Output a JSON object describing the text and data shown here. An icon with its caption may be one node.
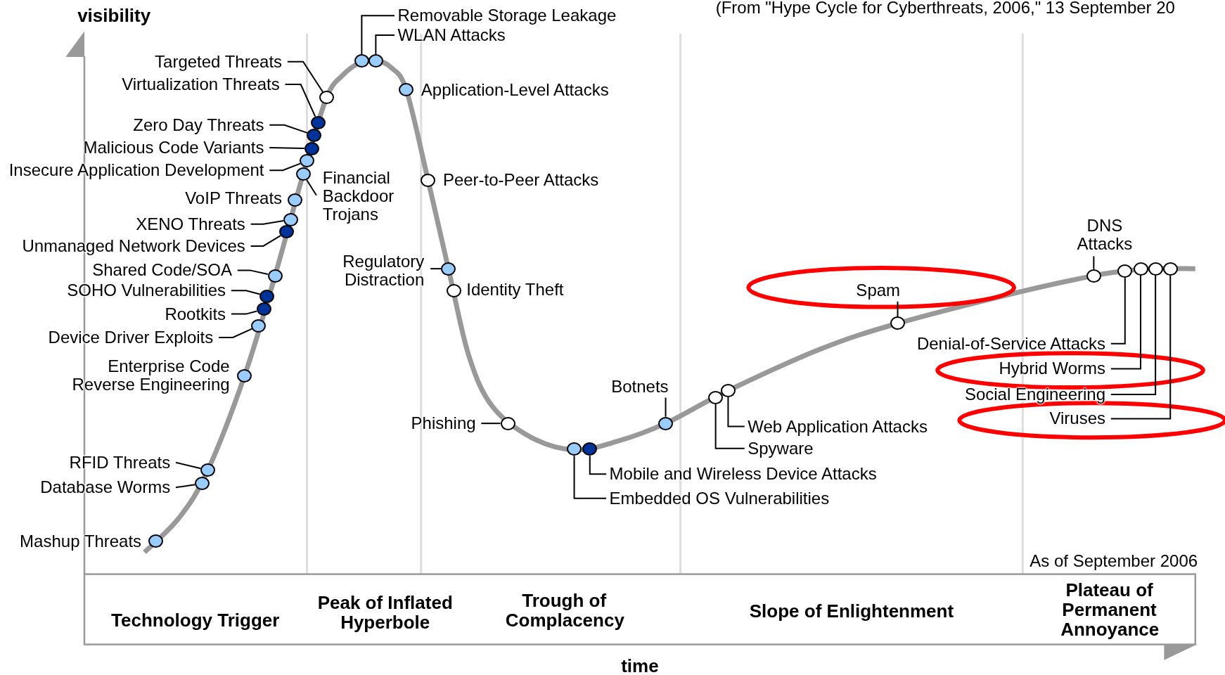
{
  "diagram": {
    "nodes": [
      {
        "text": [
          "Removable Storage Leakage"
        ]
      },
      {
        "text": [],
        "shape": "circle"
      },
      {
        "text": [
          "WLAN Attacks"
        ]
      },
      {
        "text": [],
        "shape": "circle"
      },
      {
        "text": [
          "Targeted Threats"
        ]
      },
      {
        "text": [],
        "shape": "circle"
      },
      {
        "text": [
          "Virtualization Threats"
        ]
      },
      {
        "text": [],
        "shape": "circle"
      },
      {
        "text": [
          "Zero Day Threats"
        ]
      },
      {
        "text": [],
        "shape": "circle"
      },
      {
        "text": [
          "Malicious Code Variants"
        ]
      },
      {
        "text": [],
        "shape": "circle"
      },
      {
        "text": [
          "Insecure Application Development"
        ]
      },
      {
        "text": [],
        "shape": "circle"
      },
      {
        "text": [
          "Financial Backdoor Trojans"
        ]
      },
      {
        "text": [],
        "shape": "circle"
      },
      {
        "text": [],
        "shape": "circle",
        "beside": [
          "VoIP Threats"
        ]
      },
      {
        "text": [
          "XENO Threats"
        ]
      },
      {
        "text": [],
        "shape": "circle"
      },
      {
        "text": [
          "Unmanaged Network Devices"
        ]
      },
      {
        "text": [],
        "shape": "circle"
      },
      {
        "text": [
          "Shared Code/SOA"
        ]
      },
      {
        "text": [],
        "shape": "circle"
      },
      {
        "text": [
          "SOHO Vulnerabilities"
        ]
      },
      {
        "text": [],
        "shape": "circle"
      },
      {
        "text": [
          "Rootkits"
        ]
      },
      {
        "text": [],
        "shape": "circle"
      },
      {
        "text": [
          "Device Driver Exploits"
        ]
      },
      {
        "text": [],
        "shape": "circle"
      },
      {
        "text": [],
        "shape": "circle",
        "beside": [
          "Enterprise Code Reverse Engineering"
        ]
      },
      {
        "text": [
          "RFID Threats"
        ]
      },
      {
        "text": [],
        "shape": "circle"
      },
      {
        "text": [
          "Database Worms"
        ]
      },
      {
        "text": [],
        "shape": "circle"
      },
      {
        "text": [],
        "shape": "circle",
        "beside": [
          "Mashup Threats"
        ]
      },
      {
        "text": [],
        "shape": "circle",
        "beside": [
          "Application-Level Attacks"
        ]
      },
      {
        "text": [],
        "shape": "circle",
        "beside": [
          "Peer-to-Peer Attacks"
        ]
      },
      {
        "text": [
          "Regulatory Distraction"
        ]
      },
      {
        "text": [],
        "shape": "circle"
      },
      {
        "text": [],
        "shape": "circle",
        "beside": [
          "Identity Theft"
        ]
      },
      {
        "text": [
          "Phishing"
        ]
      },
      {
        "text": [],
        "shape": "circle"
      },
      {
        "text": [
          "Botnets"
        ]
      },
      {
        "text": [],
        "shape": "circle"
      },
      {
        "text": [
          "Mobile and Wireless Device Attacks"
        ]
      },
      {
        "text": [],
        "shape": "circle"
      },
      {
        "text": [
          "Embedded OS Vulnerabilities"
        ]
      },
      {
        "text": [],
        "shape": "circle"
      },
      {
        "text": [
          "Web Application Attacks"
        ]
      },
      {
        "text": [],
        "shape": "circle"
      },
      {
        "text": [
          "Spyware"
        ]
      },
      {
        "text": [],
        "shape": "circle"
      },
      {
        "text": [
          "Spam"
        ]
      },
      {
        "text": [],
        "shape": "circle"
      },
      {
        "text": [
          "DNS Attacks"
        ]
      },
      {
        "text": [],
        "shape": "circle"
      },
      {
        "text": [
          "Denial-of-Service Attacks"
        ]
      },
      {
        "text": [],
        "shape": "circle"
      },
      {
        "text": [
          "Hybrid Worms"
        ]
      },
      {
        "text": [],
        "shape": "circle"
      },
      {
        "text": [
          "Social Engineering"
        ]
      },
      {
        "text": [],
        "shape": "circle"
      },
      {
        "text": [
          "Viruses"
        ]
      },
      {
        "text": [],
        "shape": "circle"
      }
    ],
    "edges": [
      {
        "from": 0,
        "to": 1,
        "arrow": "none"
      },
      {
        "from": 2,
        "to": 3,
        "arrow": "none"
      },
      {
        "from": 4,
        "to": 5,
        "arrow": "none"
      },
      {
        "from": 6,
        "to": 7,
        "arrow": "none"
      },
      {
        "from": 8,
        "to": 9,
        "arrow": "none"
      },
      {
        "from": 10,
        "to": 11,
        "arrow": "none"
      },
      {
        "from": 12,
        "to": 13,
        "arrow": "none"
      },
      {
        "from": 14,
        "to": 15,
        "arrow": "none"
      },
      {
        "from": 17,
        "to": 18,
        "arrow": "none"
      },
      {
        "from": 19,
        "to": 20,
        "arrow": "none"
      },
      {
        "from": 21,
        "to": 22,
        "arrow": "none"
      },
      {
        "from": 23,
        "to": 24,
        "arrow": "none"
      },
      {
        "from": 25,
        "to": 26,
        "arrow": "none"
      },
      {
        "from": 27,
        "to": 28,
        "arrow": "none"
      },
      {
        "from": 30,
        "to": 31,
        "arrow": "none"
      },
      {
        "from": 32,
        "to": 33,
        "arrow": "none"
      },
      {
        "from": 37,
        "to": 38,
        "arrow": "none"
      },
      {
        "from": 40,
        "to": 41,
        "arrow": "none"
      },
      {
        "from": 42,
        "to": 43,
        "arrow": "none"
      },
      {
        "from": 44,
        "to": 45,
        "arrow": "none"
      },
      {
        "from": 46,
        "to": 47,
        "arrow": "none"
      },
      {
        "from": 48,
        "to": 49,
        "arrow": "none"
      },
      {
        "from": 50,
        "to": 51,
        "arrow": "none"
      },
      {
        "from": 52,
        "to": 53,
        "arrow": "none"
      },
      {
        "from": 54,
        "to": 55,
        "arrow": "none"
      },
      {
        "from": 56,
        "to": 57,
        "arrow": "none"
      },
      {
        "from": 58,
        "to": 59,
        "arrow": "none"
      },
      {
        "from": 60,
        "to": 61,
        "arrow": "none"
      },
      {
        "from": 62,
        "to": 63,
        "arrow": "none"
      }
    ],
    "labels": [
      "(From \"Hype Cycle for Cyberthreats, 2006,\" 13 September 20",
      "visibility",
      "As of September 2006",
      "Technology Trigger",
      "Peak of Inflated Hyperbole",
      "Trough of Complacency",
      "Slope of Enlightenment",
      "Plateau of Permanent Annoyance",
      "time"
    ]
  }
}
